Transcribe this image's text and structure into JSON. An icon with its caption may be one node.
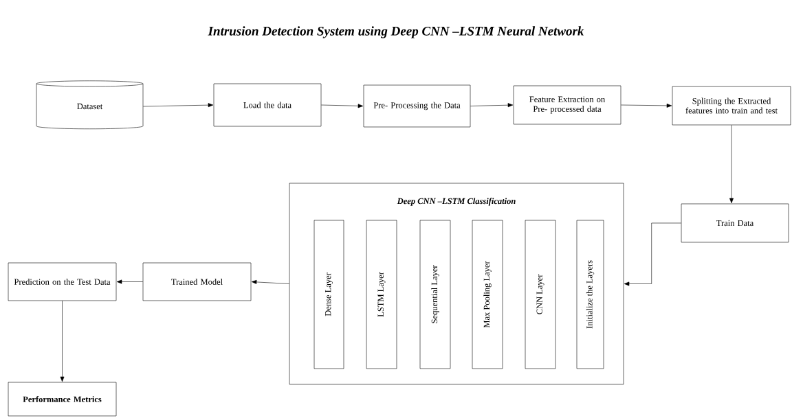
{
  "diagram": {
    "title": "Intrusion Detection System using Deep CNN –LSTM Neural Network",
    "nodes": [
      {
        "text": [
          "Dataset"
        ]
      },
      {
        "text": [
          "Load the data"
        ]
      },
      {
        "text": [
          "Pre- Processing the Data"
        ]
      },
      {
        "text": [
          "Feature Extraction on Pre- processed data"
        ]
      },
      {
        "text": [
          "Splitting  the Extracted features into train and test"
        ]
      },
      {
        "text": [
          "Train Data"
        ]
      },
      {
        "text": [
          "Deep CNN –LSTM Classification"
        ]
      },
      {
        "text": [
          "Dense Layer"
        ],
        "in": 6
      },
      {
        "text": [
          "LSTM Layer"
        ],
        "in": 6
      },
      {
        "text": [
          "Sequential Layer"
        ],
        "in": 6
      },
      {
        "text": [
          "Max Pooling Layer"
        ],
        "in": 6
      },
      {
        "text": [
          "CNN Layer"
        ],
        "in": 6
      },
      {
        "text": [
          "Initialize the Layers"
        ],
        "in": 6
      },
      {
        "text": [
          "Trained Model"
        ]
      },
      {
        "text": [
          "Prediction on the Test Data"
        ]
      },
      {
        "text": [
          "Performance Metrics"
        ]
      }
    ],
    "edges": [
      {
        "from": 0,
        "to": 1,
        "arrow": "to"
      },
      {
        "from": 1,
        "to": 2,
        "arrow": "to"
      },
      {
        "from": 2,
        "to": 3,
        "arrow": "to"
      },
      {
        "from": 3,
        "to": 4,
        "arrow": "to"
      },
      {
        "from": 4,
        "to": 5,
        "arrow": "to"
      },
      {
        "from": 5,
        "to": 6,
        "arrow": "to"
      },
      {
        "from": 6,
        "to": 13,
        "arrow": "to"
      },
      {
        "from": 13,
        "to": 14,
        "arrow": "to"
      },
      {
        "from": 14,
        "to": 15,
        "arrow": "to"
      }
    ]
  }
}
